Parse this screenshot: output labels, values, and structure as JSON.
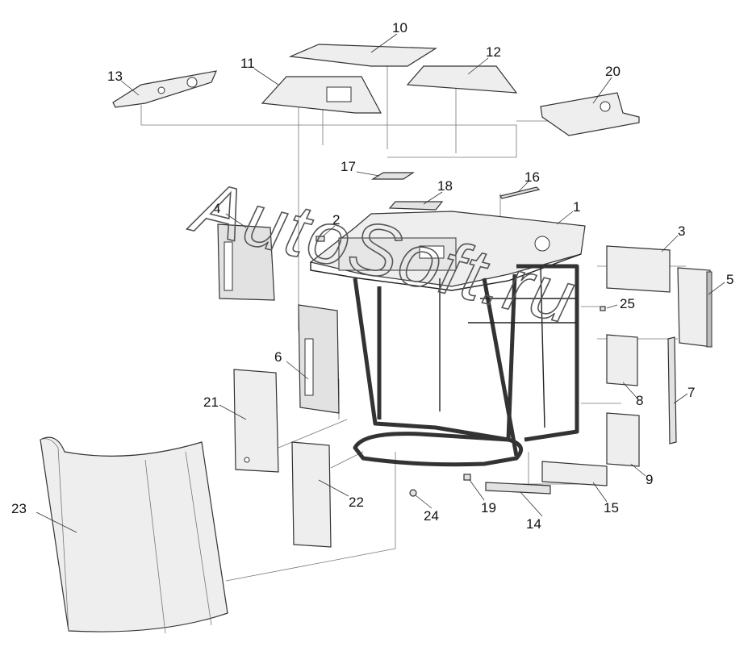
{
  "watermark": "AutoSoft.ru",
  "callouts": [
    "1",
    "2",
    "3",
    "4",
    "5",
    "6",
    "7",
    "8",
    "9",
    "10",
    "11",
    "12",
    "13",
    "14",
    "15",
    "16",
    "17",
    "18",
    "19",
    "20",
    "21",
    "22",
    "23",
    "24",
    "25"
  ]
}
